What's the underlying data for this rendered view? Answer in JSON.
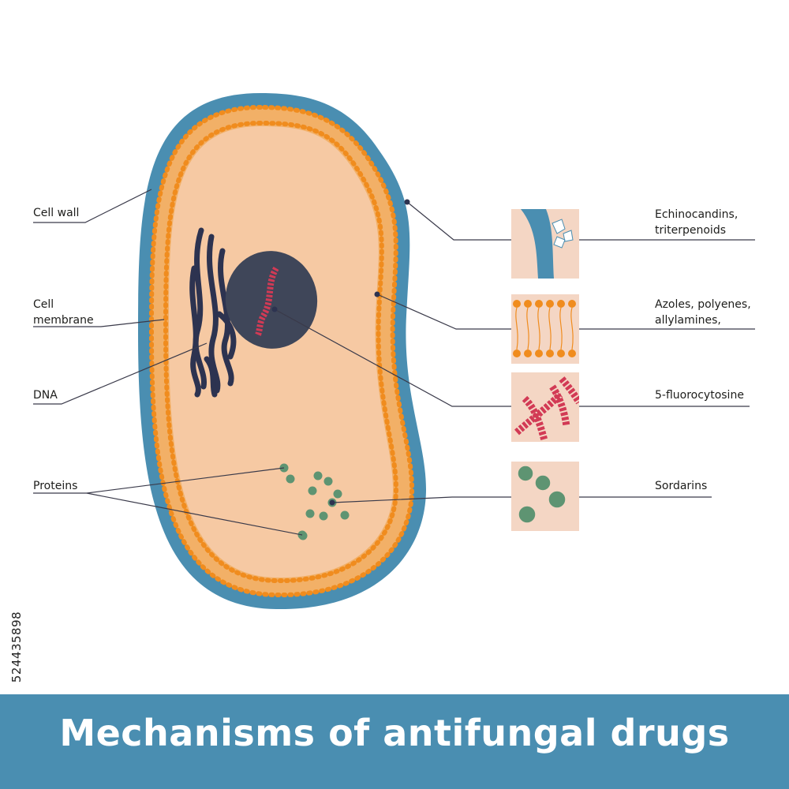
{
  "title": "Mechanisms of antifungal drugs",
  "image_id_text": "524435898",
  "labels": {
    "cell_wall": "Cell wall",
    "cell_membrane_line1": "Cell",
    "cell_membrane_line2": "membrane",
    "dna": "DNA",
    "proteins": "Proteins"
  },
  "drugs": {
    "echinocandins_line1": "Echinocandins,",
    "echinocandins_line2": "triterpenoids",
    "azoles_line1": "Azoles, polyenes,",
    "azoles_line2": "allylamines,",
    "fluorocytosine": "5-fluorocytosine",
    "sordarins": "Sordarins"
  },
  "colors": {
    "cell_wall": "#4a8eb1",
    "membrane": "#f08c1e",
    "cytoplasm": "#f6c9a3",
    "nucleus": "#3f4659",
    "dna_chromatin": "#2d3350",
    "dna_red": "#d23a55",
    "protein": "#5e9472",
    "inset_bg": "#f4d6c4",
    "banner": "#4a8eb1"
  }
}
